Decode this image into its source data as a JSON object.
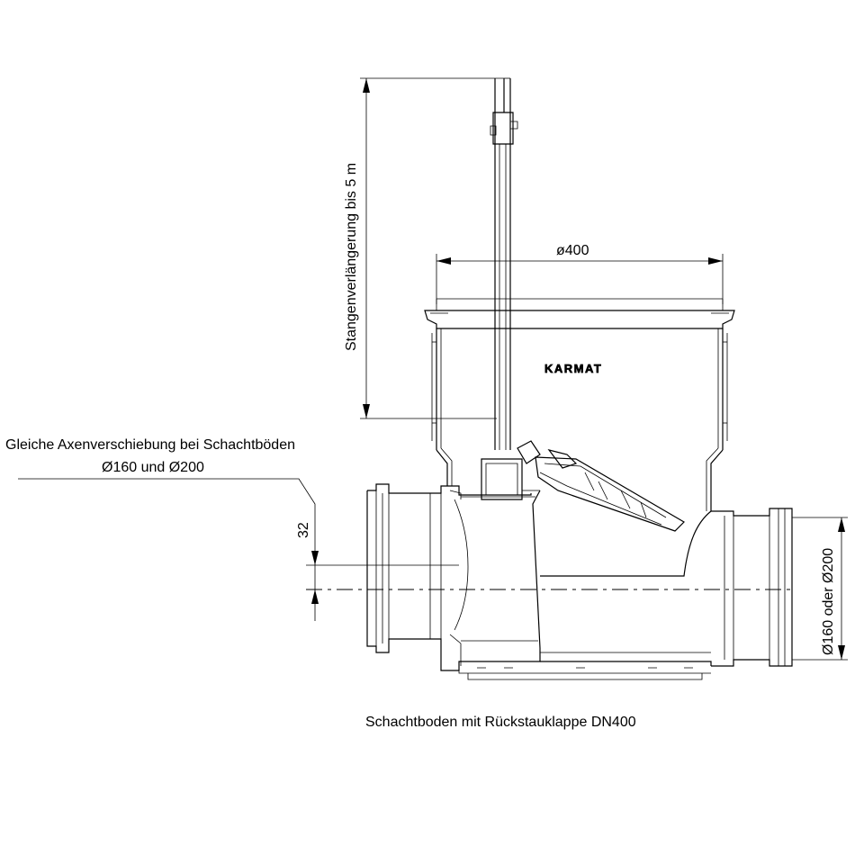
{
  "labels": {
    "rod_extension": "Stangenverlängerung bis 5 m",
    "diameter_top": "ø400",
    "axis_offset_line1": "Gleiche Axenverschiebung bei Schachtböden",
    "axis_offset_line2": "Ø160 und Ø200",
    "offset_value": "32",
    "pipe_diameter": "Ø160 oder Ø200",
    "brand": "KARMAT",
    "caption": "Schachtboden mit Rückstauklappe DN400"
  }
}
